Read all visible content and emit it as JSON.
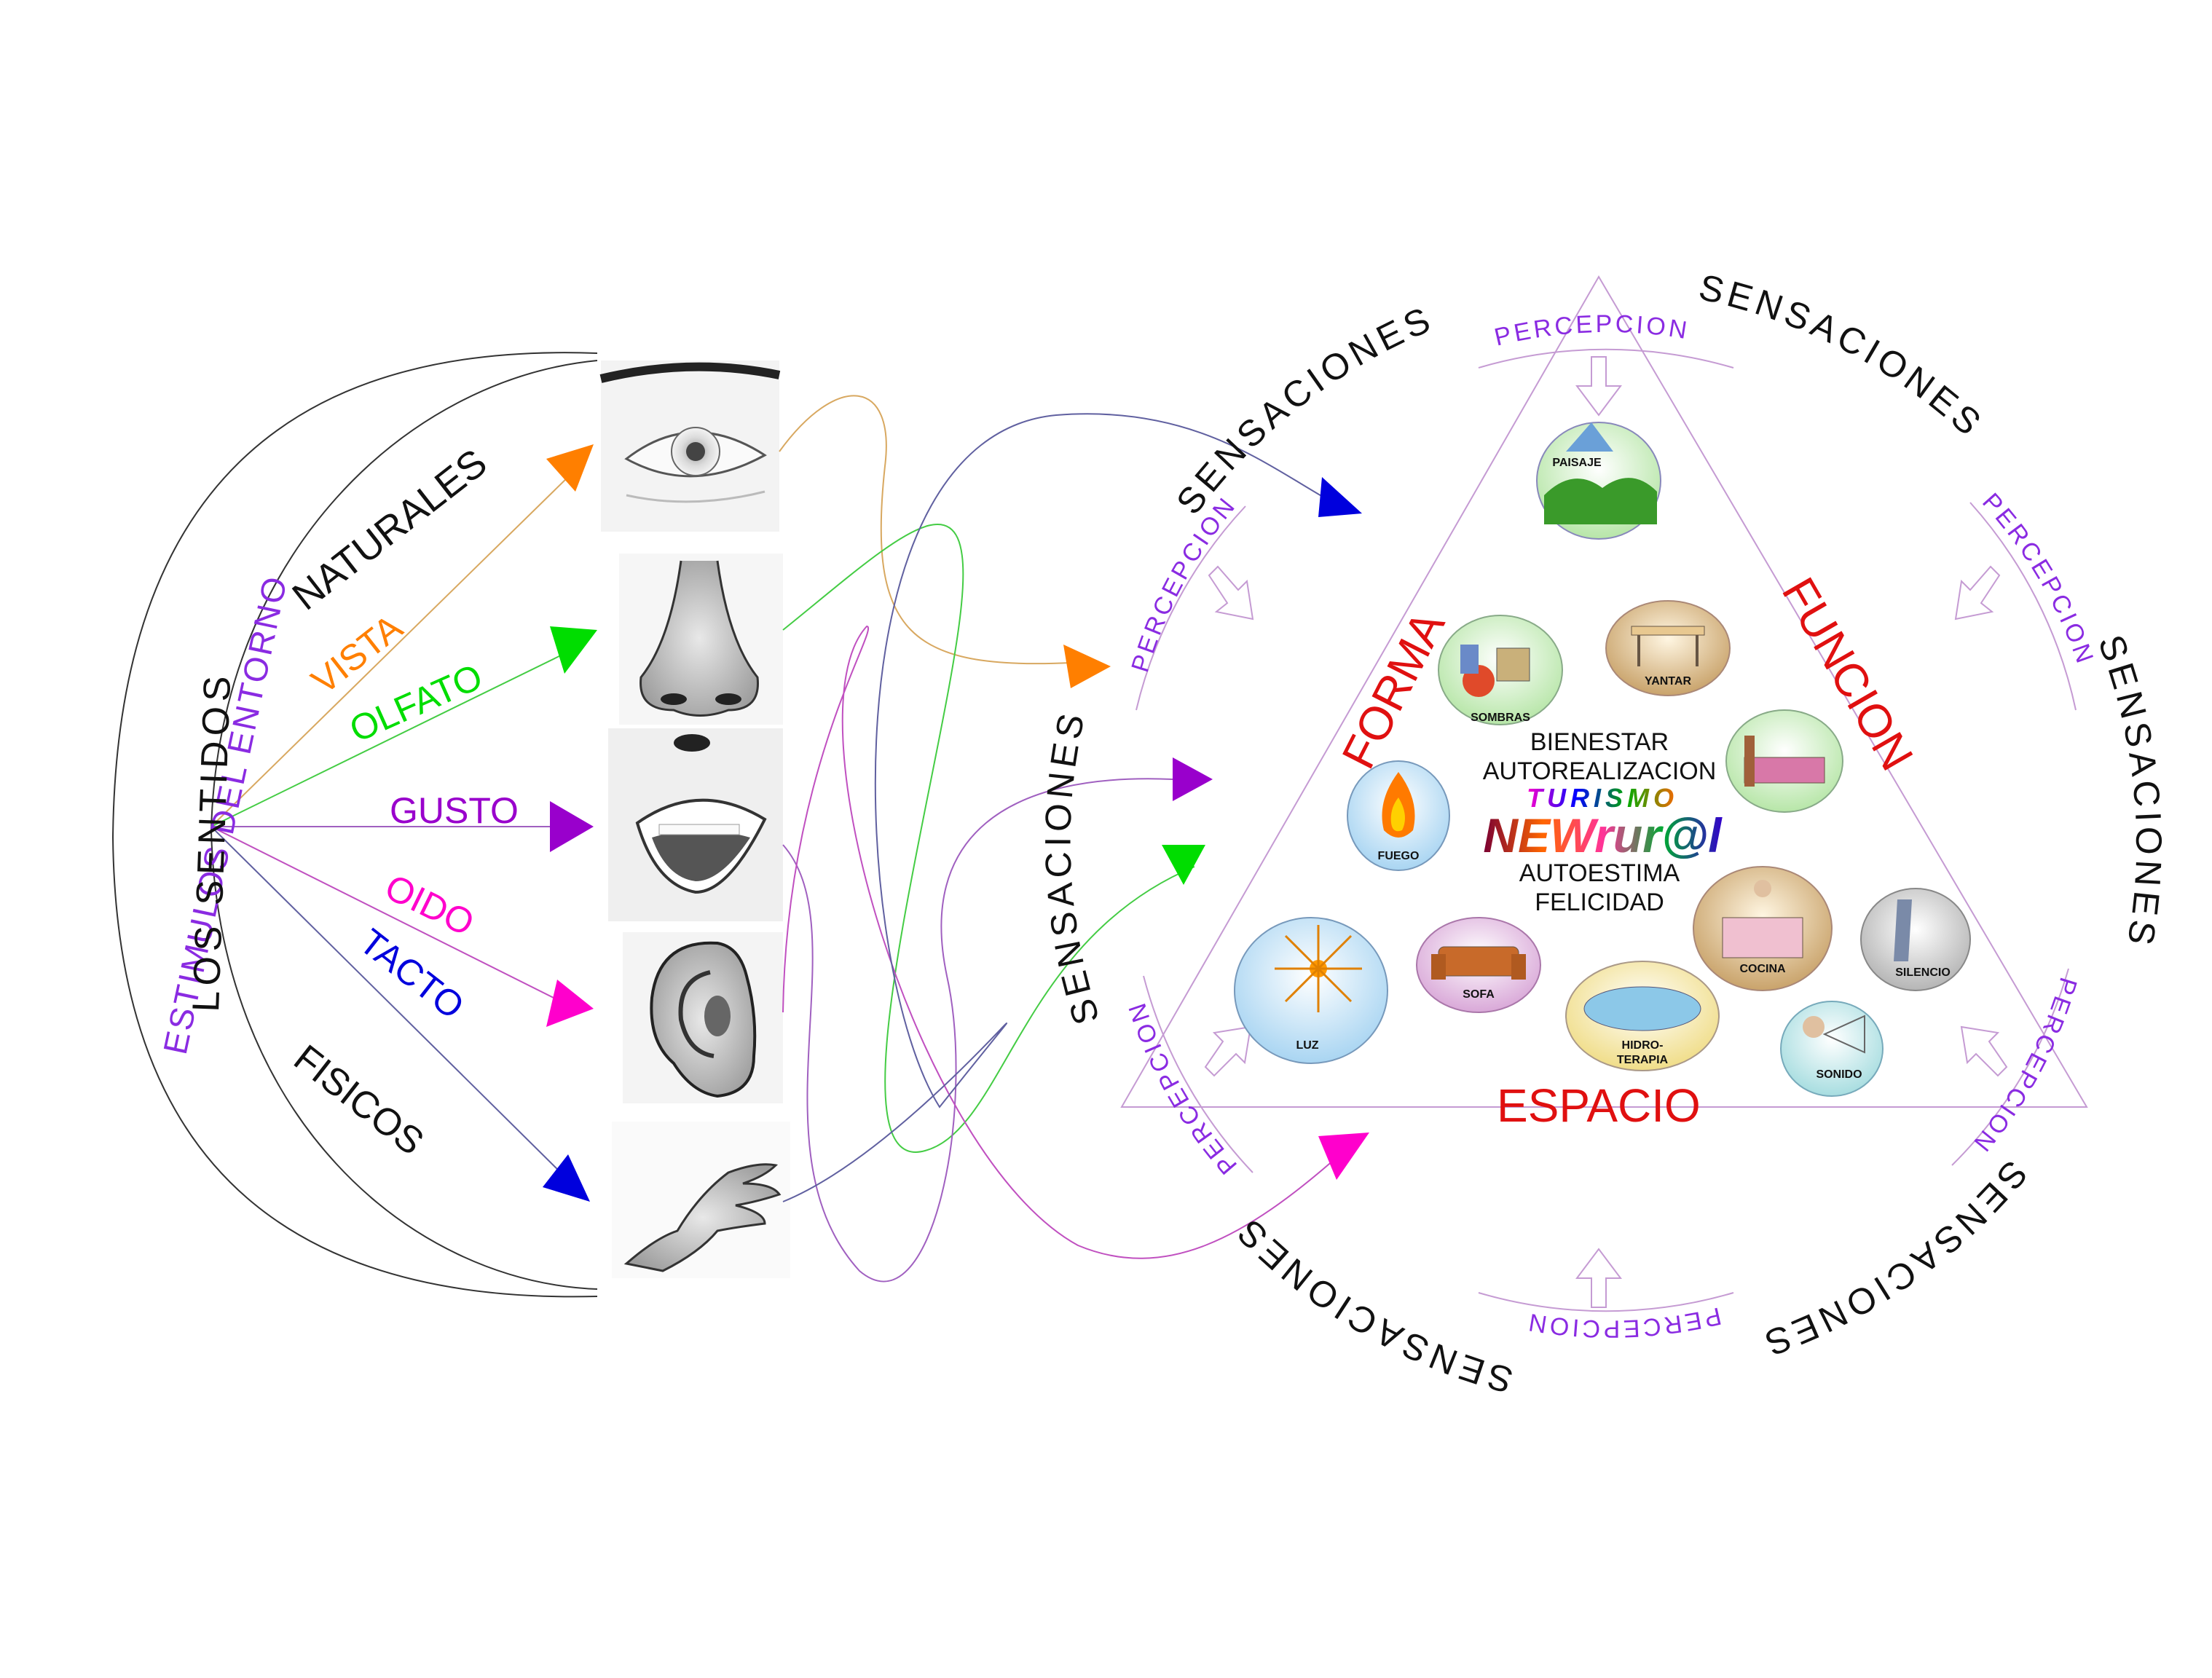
{
  "left": {
    "vertical_left": "ESTIMULOS  DEL  ENTORNO",
    "vertical_right": "LOS  SENTIDOS",
    "naturales": "NATURALES",
    "fisicos": "FISICOS",
    "senses": [
      {
        "label": "VISTA",
        "color": "#ff7f00"
      },
      {
        "label": "OLFATO",
        "color": "#00dd00"
      },
      {
        "label": "GUSTO",
        "color": "#9900cc"
      },
      {
        "label": "OIDO",
        "color": "#ff00cc"
      },
      {
        "label": "TACTO",
        "color": "#0000dd"
      }
    ]
  },
  "colors": {
    "red": "#e01010",
    "purple_text": "#8a2be2",
    "blue_arrow": "#0000dd",
    "triangle_line": "#c59bd3"
  },
  "triangle": {
    "forma": "FORMA",
    "funcion": "FUNCION",
    "espacio": "ESPACIO"
  },
  "center": {
    "line1": "BIENESTAR",
    "line2": "AUTOREALIZACION",
    "logo_top": "TURISMO",
    "logo_main": "NEWrur@l",
    "line3": "AUTOESTIMA",
    "line4": "FELICIDAD"
  },
  "icons": [
    {
      "label": "PAISAJE"
    },
    {
      "label": "SOMBRAS"
    },
    {
      "label": "YANTAR"
    },
    {
      "label": "FUEGO"
    },
    {
      "label": "COCINA"
    },
    {
      "label": "SILENCIO"
    },
    {
      "label": "SOFA"
    },
    {
      "label": "LUZ"
    },
    {
      "label": "HIDRO-"
    },
    {
      "label": "TERAPIA"
    },
    {
      "label": "SONIDO"
    }
  ],
  "ring": {
    "sensaciones": "SENSACIONES",
    "percepcion": "PERCEPCION"
  }
}
